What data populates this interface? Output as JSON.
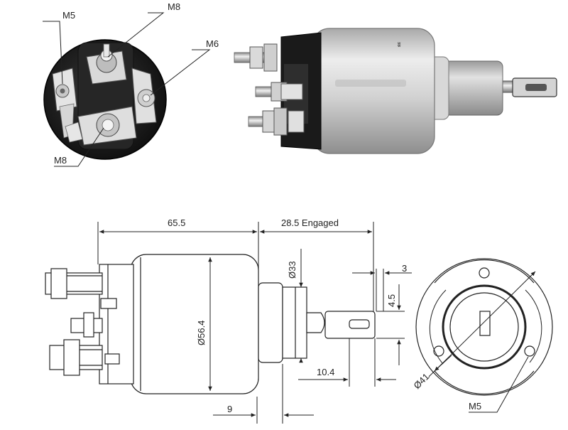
{
  "photo_callouts": {
    "m5_top": "M5",
    "m8_top": "M8",
    "m6": "M6",
    "m8_bottom": "M8"
  },
  "dimensions": {
    "body_length": "65.5",
    "engaged_stroke": "28.5 Engaged",
    "body_diameter": "Ø56.4",
    "nose_diameter": "Ø33",
    "flange_offset": "9",
    "plunger_tip_thickness": "3",
    "plunger_tip_height": "4.5",
    "plunger_tip_length": "10.4",
    "bolt_circle_diameter": "Ø41",
    "mounting_thread": "M5"
  },
  "colors": {
    "line": "#222222",
    "housing_metal": "#c9c9c9",
    "terminal_cap": "#1e1e1e"
  }
}
